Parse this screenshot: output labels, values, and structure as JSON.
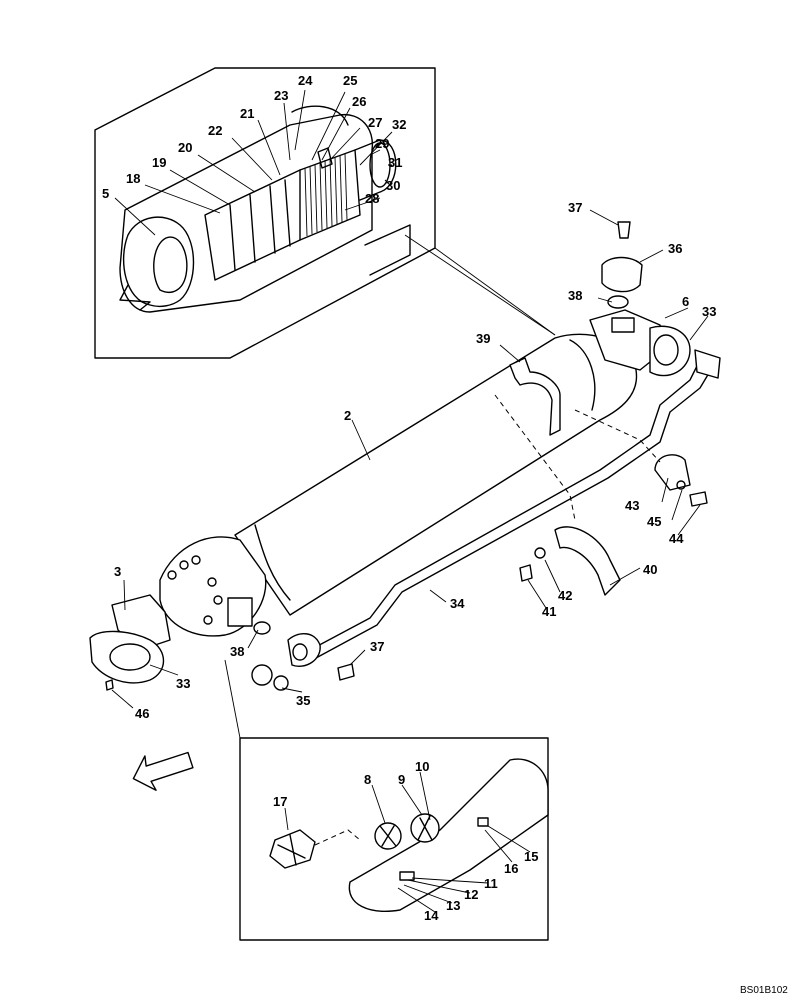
{
  "diagram": {
    "drawing_code": "BS01B102",
    "callouts": [
      {
        "label": "24"
      },
      {
        "label": "25"
      },
      {
        "label": "23"
      },
      {
        "label": "26"
      },
      {
        "label": "21"
      },
      {
        "label": "27"
      },
      {
        "label": "32"
      },
      {
        "label": "22"
      },
      {
        "label": "29"
      },
      {
        "label": "20"
      },
      {
        "label": "31"
      },
      {
        "label": "19"
      },
      {
        "label": "30"
      },
      {
        "label": "18"
      },
      {
        "label": "28"
      },
      {
        "label": "5"
      },
      {
        "label": "37"
      },
      {
        "label": "36"
      },
      {
        "label": "38"
      },
      {
        "label": "6"
      },
      {
        "label": "33"
      },
      {
        "label": "39"
      },
      {
        "label": "2"
      },
      {
        "label": "43"
      },
      {
        "label": "45"
      },
      {
        "label": "44"
      },
      {
        "label": "40"
      },
      {
        "label": "3"
      },
      {
        "label": "34"
      },
      {
        "label": "42"
      },
      {
        "label": "41"
      },
      {
        "label": "38"
      },
      {
        "label": "37"
      },
      {
        "label": "33"
      },
      {
        "label": "35"
      },
      {
        "label": "46"
      },
      {
        "label": "10"
      },
      {
        "label": "8"
      },
      {
        "label": "9"
      },
      {
        "label": "17"
      },
      {
        "label": "15"
      },
      {
        "label": "16"
      },
      {
        "label": "11"
      },
      {
        "label": "12"
      },
      {
        "label": "13"
      },
      {
        "label": "14"
      }
    ]
  }
}
